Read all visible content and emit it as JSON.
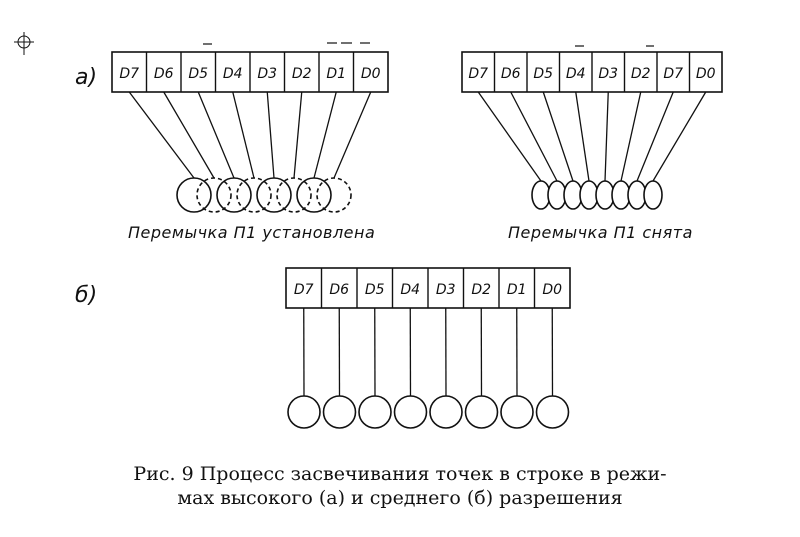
{
  "diagrams": {
    "a_high": {
      "label": "а)",
      "bits": [
        "D7",
        "D6",
        "D5",
        "D4",
        "D3",
        "D2",
        "D1",
        "D0"
      ],
      "caption": "Перемычка П1 установлена"
    },
    "a_medium": {
      "bits": [
        "D7",
        "D6",
        "D5",
        "D4",
        "D3",
        "D2",
        "D7",
        "D0"
      ],
      "caption": "Перемычка П1 снята"
    },
    "b": {
      "label": "б)",
      "bits": [
        "D7",
        "D6",
        "D5",
        "D4",
        "D3",
        "D2",
        "D1",
        "D0"
      ]
    }
  },
  "figure_caption": {
    "line1": "Рис. 9  Процесс засвечивания точек в строке в режи-",
    "line2": "мах высокого (а) и среднего (б) разрешения"
  },
  "colors": {
    "ink": "#111111",
    "paper": "#ffffff"
  }
}
